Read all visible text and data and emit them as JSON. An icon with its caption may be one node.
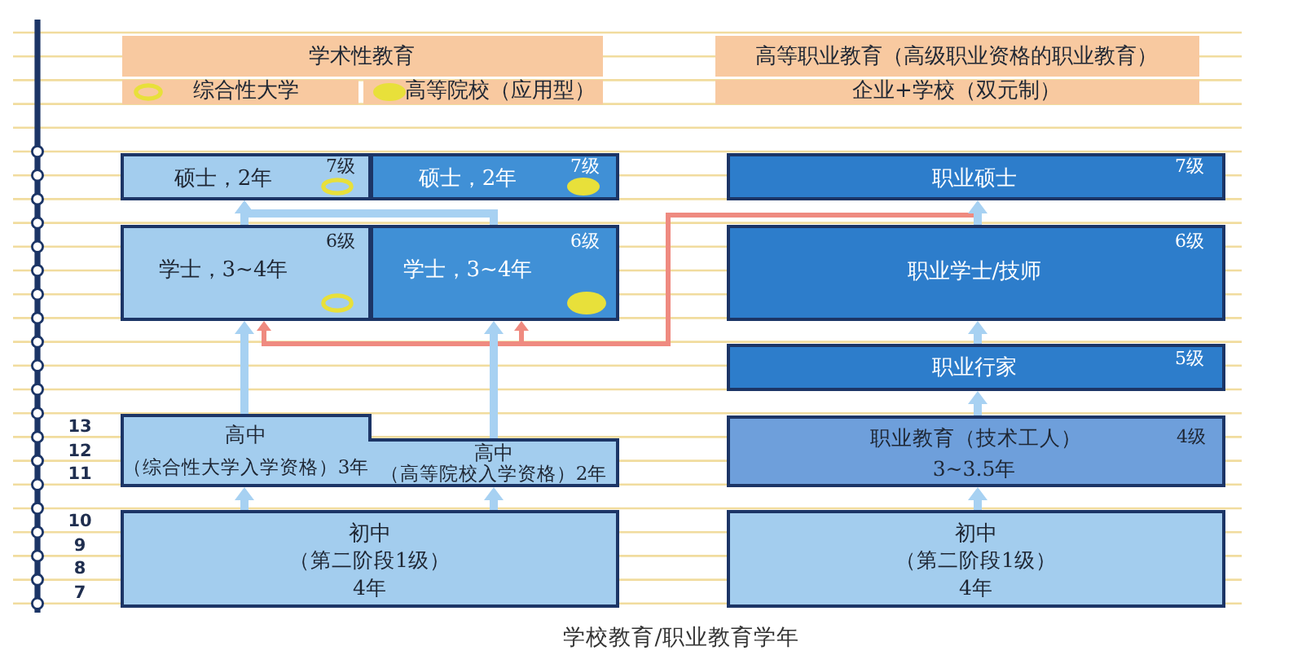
{
  "diagram": {
    "nodes": [
      {
        "text": [
          "学术性教育"
        ]
      },
      {
        "text": [
          "高等职业教育（高级职业资格的职业教育）"
        ]
      },
      {
        "text": [
          "企业+学校（双元制）"
        ]
      },
      {
        "text": [
          "硕士，2年",
          "7级"
        ]
      },
      {
        "text": [
          "硕士，2年",
          "7级"
        ]
      },
      {
        "text": [
          "职业硕士",
          "7级"
        ]
      },
      {
        "text": [
          "学士，3~4年",
          "6级"
        ]
      },
      {
        "text": [
          "学士，3~4年",
          "6级"
        ]
      },
      {
        "text": [
          "职业学士/技师",
          "6级"
        ]
      },
      {
        "text": [
          "职业行家",
          "5级"
        ]
      },
      {
        "text": [
          "高中",
          "（综合性大学入学资格）3年",
          "高中",
          "（高等院校入学资格）2年"
        ]
      },
      {
        "text": [
          "职业教育（技术工人）",
          "3~3.5年",
          "4级"
        ]
      },
      {
        "text": [
          "初中",
          "（第二阶段1级）",
          "4年"
        ]
      },
      {
        "text": [
          "初中",
          "（第二阶段1级）",
          "4年"
        ]
      }
    ],
    "edges": [
      {
        "from": 12,
        "to": 10,
        "arrow": "to"
      },
      {
        "from": 12,
        "to": 10,
        "arrow": "to"
      },
      {
        "from": 10,
        "to": 6,
        "arrow": "to"
      },
      {
        "from": 10,
        "to": 7,
        "arrow": "to"
      },
      {
        "from": 6,
        "to": 3,
        "arrow": "to"
      },
      {
        "from": 7,
        "to": 3,
        "arrow": "to"
      },
      {
        "from": 13,
        "to": 11,
        "arrow": "to"
      },
      {
        "from": 11,
        "to": 9,
        "arrow": "to"
      },
      {
        "from": 9,
        "to": 8,
        "arrow": "to"
      },
      {
        "from": 8,
        "to": 5,
        "arrow": "to"
      },
      {
        "from": 8,
        "to": 6,
        "arrow": "to",
        "color": "#ef8a80"
      },
      {
        "from": 8,
        "to": 7,
        "arrow": "to",
        "color": "#ef8a80"
      }
    ],
    "labels": [
      "13",
      "12",
      "11",
      "10",
      "9",
      "8",
      "7"
    ],
    "legend": [
      {
        "text": "综合性大学"
      },
      {
        "text": "高等院校（应用型）",
        "color": "#e8e03a"
      }
    ],
    "caption": "学校教育/职业教育学年"
  }
}
